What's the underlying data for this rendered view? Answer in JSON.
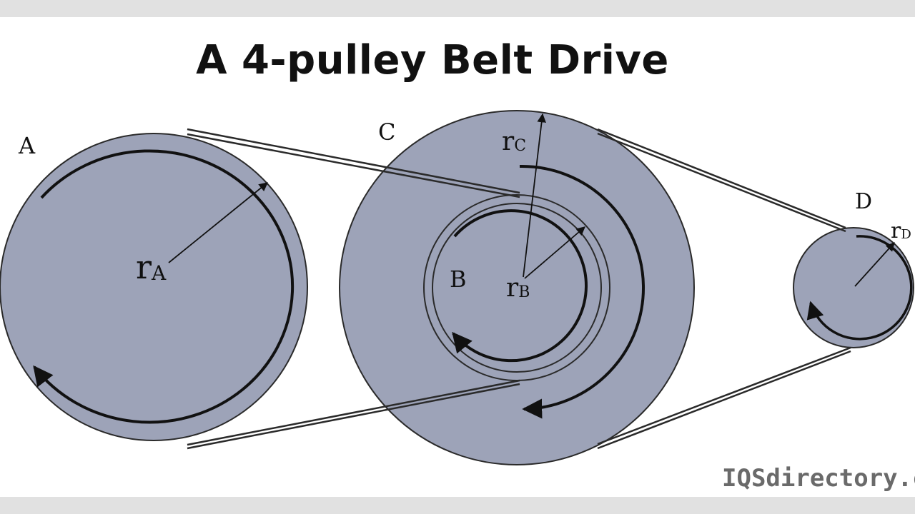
{
  "title": "A 4-pulley Belt Drive",
  "watermark": "IQSdirectory.com",
  "colors": {
    "pulley_fill": "#9da3b8",
    "outline": "#2a2a2a",
    "ink": "#111111",
    "band": "#e1e1e1",
    "watermark": "#6a6a6a"
  },
  "pulleys": [
    {
      "id": "A",
      "label": "A",
      "radius_symbol": "r",
      "radius_subscript": "A"
    },
    {
      "id": "B",
      "label": "B",
      "radius_symbol": "r",
      "radius_subscript": "B"
    },
    {
      "id": "C",
      "label": "C",
      "radius_symbol": "r",
      "radius_subscript": "C"
    },
    {
      "id": "D",
      "label": "D",
      "radius_symbol": "r",
      "radius_subscript": "D"
    }
  ]
}
